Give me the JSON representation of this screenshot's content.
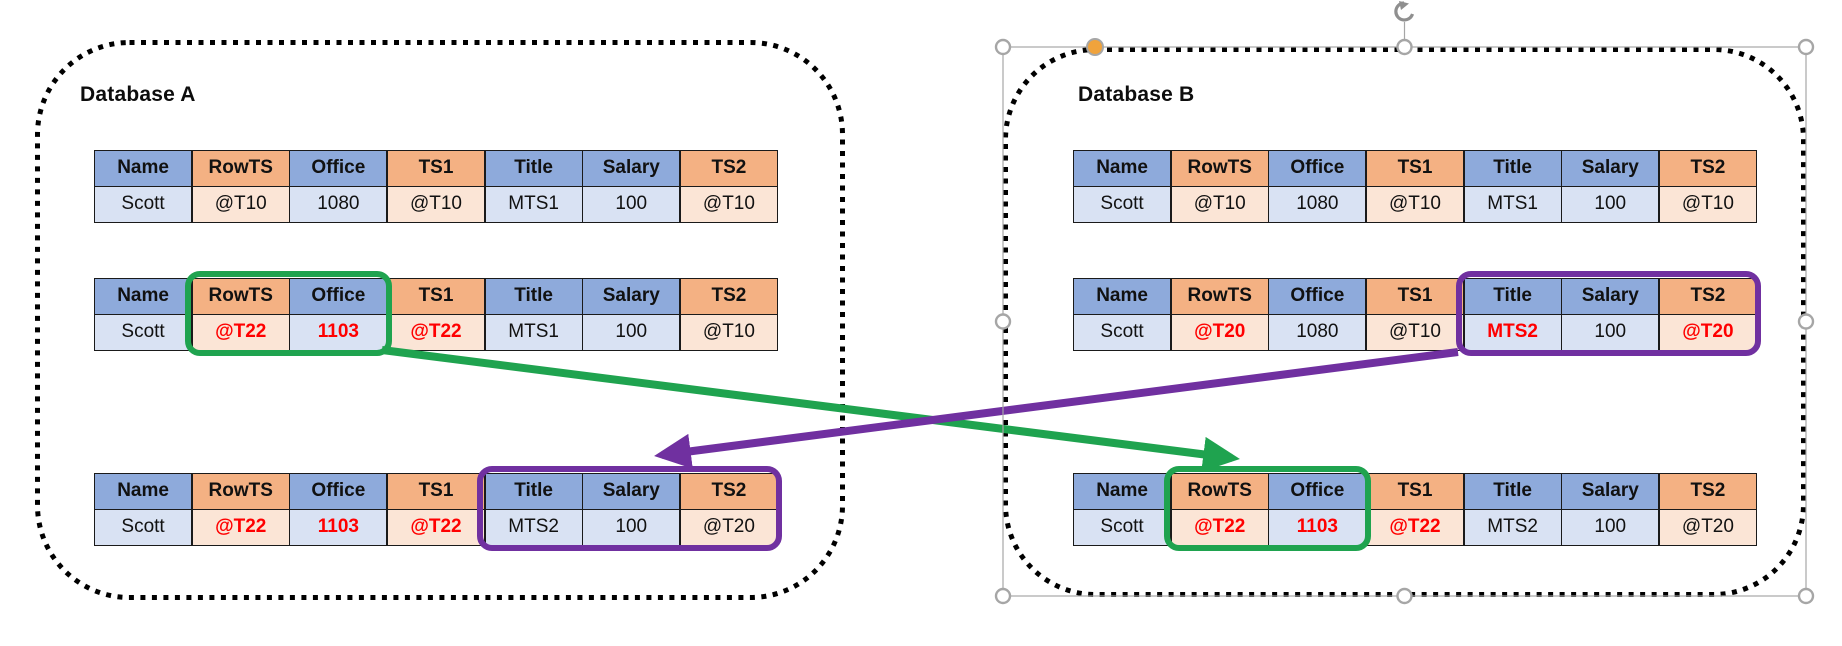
{
  "colors": {
    "header_blue": "#8EAADB",
    "header_orange": "#F4B183",
    "cell_blue": "#D9E2F3",
    "cell_orange": "#FBE5D6",
    "changed_value_red": "#FF0000",
    "green_accent": "#1FA34F",
    "purple_accent": "#7030A0",
    "dashed_border": "#000000",
    "selection_gray": "#A6A6A6",
    "adjust_handle_orange": "#F0A33C"
  },
  "columns": [
    "Name",
    "RowTS",
    "Office",
    "TS1",
    "Title",
    "Salary",
    "TS2"
  ],
  "column_tones": [
    "blue",
    "orange",
    "blue",
    "orange",
    "blue",
    "blue",
    "orange"
  ],
  "panels": [
    {
      "title": "Database A",
      "tables": [
        {
          "cells": [
            {
              "t": "Scott"
            },
            {
              "t": "@T10"
            },
            {
              "t": "1080"
            },
            {
              "t": "@T10"
            },
            {
              "t": "MTS1"
            },
            {
              "t": "100"
            },
            {
              "t": "@T10"
            }
          ]
        },
        {
          "highlight": {
            "color": "green",
            "columns": [
              "RowTS",
              "Office"
            ]
          },
          "cells": [
            {
              "t": "Scott"
            },
            {
              "t": "@T22",
              "red": true
            },
            {
              "t": "1103",
              "red": true
            },
            {
              "t": "@T22",
              "red": true
            },
            {
              "t": "MTS1"
            },
            {
              "t": "100"
            },
            {
              "t": "@T10"
            }
          ]
        },
        {
          "highlight": {
            "color": "purple",
            "columns": [
              "Title",
              "Salary",
              "TS2"
            ]
          },
          "cells": [
            {
              "t": "Scott"
            },
            {
              "t": "@T22",
              "red": true
            },
            {
              "t": "1103",
              "red": true
            },
            {
              "t": "@T22",
              "red": true
            },
            {
              "t": "MTS2"
            },
            {
              "t": "100"
            },
            {
              "t": "@T20"
            }
          ]
        }
      ]
    },
    {
      "title": "Database B",
      "tables": [
        {
          "cells": [
            {
              "t": "Scott"
            },
            {
              "t": "@T10"
            },
            {
              "t": "1080"
            },
            {
              "t": "@T10"
            },
            {
              "t": "MTS1"
            },
            {
              "t": "100"
            },
            {
              "t": "@T10"
            }
          ]
        },
        {
          "highlight": {
            "color": "purple",
            "columns": [
              "Title",
              "Salary",
              "TS2"
            ]
          },
          "cells": [
            {
              "t": "Scott"
            },
            {
              "t": "@T20",
              "red": true
            },
            {
              "t": "1080"
            },
            {
              "t": "@T10"
            },
            {
              "t": "MTS2",
              "red": true
            },
            {
              "t": "100"
            },
            {
              "t": "@T20",
              "red": true
            }
          ]
        },
        {
          "highlight": {
            "color": "green",
            "columns": [
              "RowTS",
              "Office"
            ]
          },
          "cells": [
            {
              "t": "Scott"
            },
            {
              "t": "@T22",
              "red": true
            },
            {
              "t": "1103",
              "red": true
            },
            {
              "t": "@T22",
              "red": true
            },
            {
              "t": "MTS2"
            },
            {
              "t": "100"
            },
            {
              "t": "@T20"
            }
          ]
        }
      ]
    }
  ],
  "selection": {
    "selected_shape": "Database B"
  }
}
